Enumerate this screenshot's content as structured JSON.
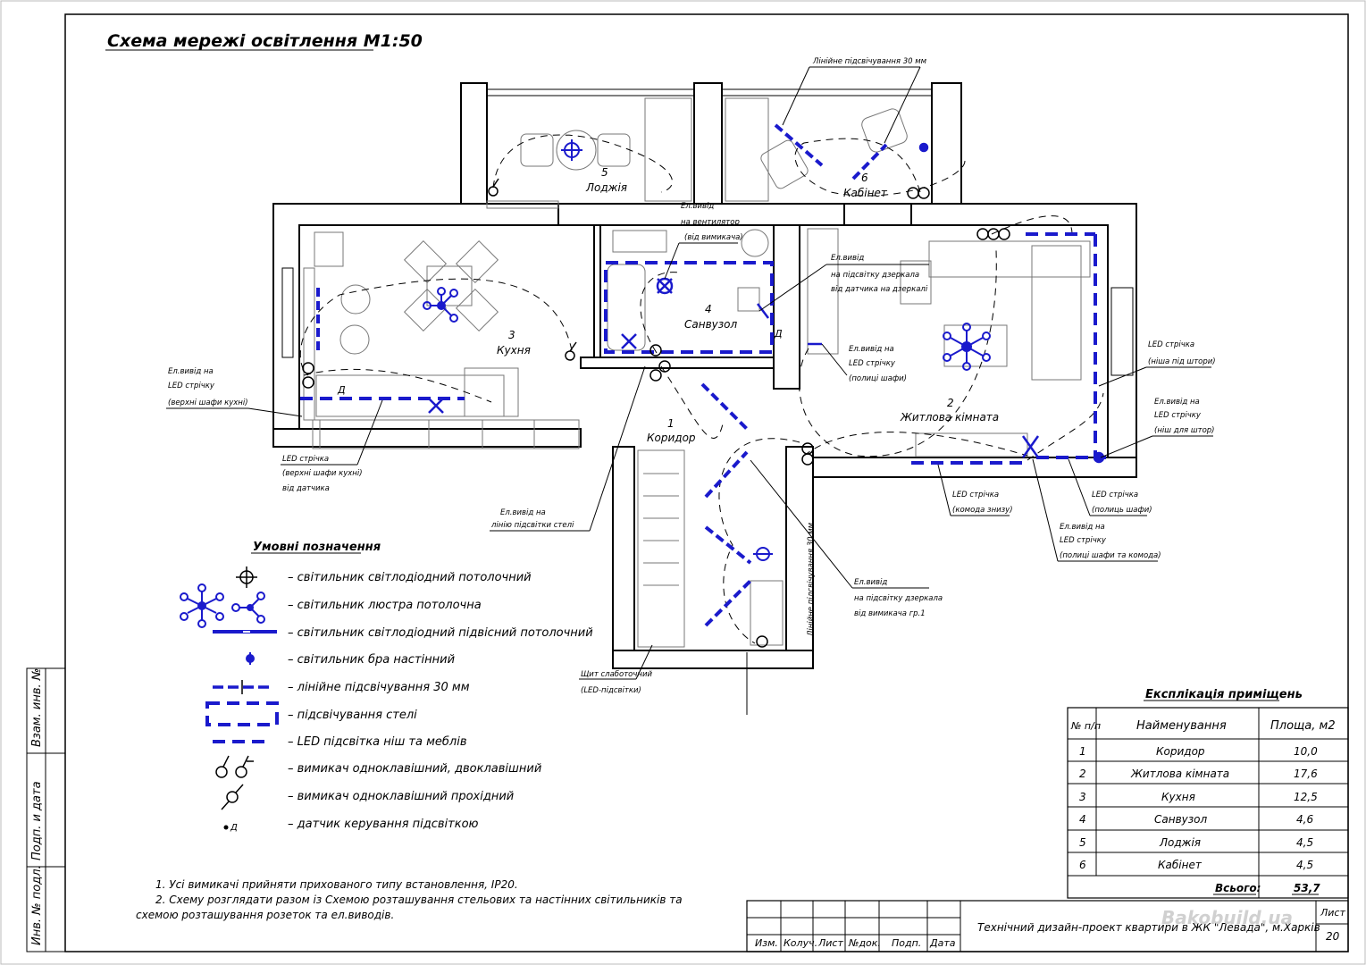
{
  "sheet_title": "Схема мережі освітлення М1:50",
  "rooms": [
    {
      "num": "1",
      "name": "Коридор"
    },
    {
      "num": "2",
      "name": "Житлова кімната"
    },
    {
      "num": "3",
      "name": "Кухня"
    },
    {
      "num": "4",
      "name": "Санвузол"
    },
    {
      "num": "5",
      "name": "Лоджія"
    },
    {
      "num": "6",
      "name": "Кабінет"
    }
  ],
  "callouts": {
    "linear_30_top": "Лінійне підсвічування 30 мм",
    "linear_30_vert": "Лінійне підсвічування 30 мм",
    "vent": [
      "Ел.вивід",
      "на вентилятор",
      "(від вимикача)"
    ],
    "mirror_sensor": [
      "Ел.вивід",
      "на підсвітку дзеркала",
      "від датчика на дзеркалі"
    ],
    "led_shelf": [
      "Ел.вивід на",
      "LED стрічку",
      "(полиці шафи)"
    ],
    "led_niche_curtain": [
      "LED стрічка",
      "(ніша під штори)"
    ],
    "led_niche_curtain_out": [
      "Ел.вивід на",
      "LED стрічку",
      "(ніш для штор)"
    ],
    "kitchen_led_out": [
      "Ел.вивід на",
      "LED стрічку",
      "(верхні шафи кухні)"
    ],
    "kitchen_led": [
      "LED стрічка",
      "(верхні шафи кухні)",
      "від датчика"
    ],
    "ceiling_line": [
      "Ел.вивід на",
      "лінію підсвітки стелі"
    ],
    "dresser_led": [
      "LED стрічка",
      "(комода знизу)"
    ],
    "shelf_led": [
      "LED стрічка",
      "(полиць шафи)"
    ],
    "shelf_dresser_out": [
      "Ел.вивід на",
      "LED стрічку",
      "(полиці шафи та комода)"
    ],
    "mirror_switch": [
      "Ел.вивід",
      "на підсвітку дзеркала",
      "від вимикача гр.1"
    ],
    "panel": [
      "Щит слаботочний",
      "(LED-підсвітки)"
    ]
  },
  "legend": {
    "title": "Умовні позначення",
    "items": [
      {
        "icon": "ceiling-led-icon",
        "text": "– світильник світлодіодний потолочний"
      },
      {
        "icon": "chandelier-icon",
        "text": "– світильник люстра потолочна"
      },
      {
        "icon": "pendant-led-icon",
        "text": "– світильник світлодіодний підвісний потолочний"
      },
      {
        "icon": "wall-sconce-icon",
        "text": "– світильник бра настінний"
      },
      {
        "icon": "linear-light-icon",
        "text": "– лінійне підсвічування 30 мм"
      },
      {
        "icon": "ceiling-lighting-icon",
        "text": "– підсвічування стелі"
      },
      {
        "icon": "led-niche-icon",
        "text": "– LED підсвітка ніш та меблів"
      },
      {
        "icon": "switch-icon",
        "text": "– вимикач одноклавішний, двоклавішний"
      },
      {
        "icon": "passthrough-switch-icon",
        "text": "– вимикач одноклавішний прохідний"
      },
      {
        "icon": "sensor-icon",
        "text": "– датчик керування підсвіткою"
      }
    ],
    "sensor_letter": "Д"
  },
  "notes": [
    "1. Усі вимикачі прийняти прихованого типу встановлення, IP20.",
    "2. Схему розглядати разом із Схемою розташування стельових та настінних світильників та",
    "схемою розташування розеток та ел.виводів."
  ],
  "explication": {
    "title": "Експлікація приміщень",
    "headers": [
      "№ п/п",
      "Найменування",
      "Площа, м2"
    ],
    "rows": [
      [
        "1",
        "Коридор",
        "10,0"
      ],
      [
        "2",
        "Житлова кімната",
        "17,6"
      ],
      [
        "3",
        "Кухня",
        "12,5"
      ],
      [
        "4",
        "Санвузол",
        "4,6"
      ],
      [
        "5",
        "Лоджія",
        "4,5"
      ],
      [
        "6",
        "Кабінет",
        "4,5"
      ]
    ],
    "total_label": "Всього:",
    "total_value": "53,7"
  },
  "stamp": {
    "columns": [
      "Изм.",
      "Колуч.",
      "Лист",
      "№док.",
      "Подп.",
      "Дата"
    ],
    "project": "Технічний дизайн-проект квартири в ЖК \"Левада\", м.Харків",
    "sheet_label": "Лист",
    "sheet_num": "20"
  },
  "side_labels": [
    "Взам. инв. №",
    "Подп. и дата",
    "Инв. № подл."
  ],
  "watermark": "Bakobuild.ua"
}
